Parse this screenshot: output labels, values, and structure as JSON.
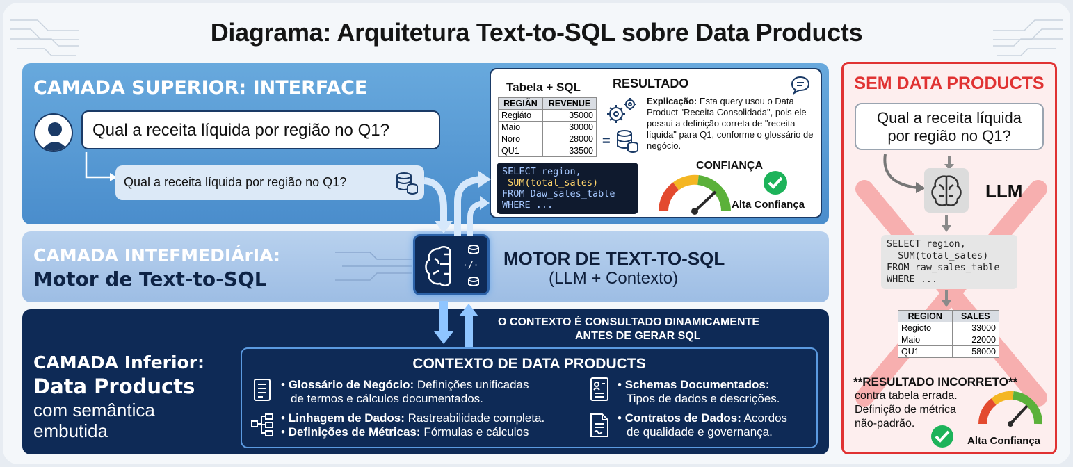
{
  "title": "Diagrama: Arquitetura Text-to-SQL sobre Data Products",
  "top_layer": {
    "title": "CAMADA SUPERIOR: INTERFACE",
    "question": "Qual a receita líquida por região no Q1?",
    "question_small": "Qual a receita líquida por região no Q1?"
  },
  "result_card": {
    "table_title": "Tabela + SQL",
    "result_title": "RESULTADO",
    "table_headers": [
      "REGIÃN",
      "REVENUE"
    ],
    "table_rows": [
      [
        "Regiáto",
        "35000"
      ],
      [
        "Maio",
        "30000"
      ],
      [
        "Noro",
        "28000"
      ],
      [
        "QU1",
        "33500"
      ]
    ],
    "equals": "=",
    "explanation_label": "Explicação:",
    "explanation_text": "Esta query usou o Data Product \"Receita Consolidada\", pois ele possui a definição correta de \"receita líquida\" para Q1, conforme o glossário de negócio.",
    "sql_lines": [
      "SELECT region,",
      " SUM(total_sales)",
      "FROM Daw_sales_table",
      "WHERE ..."
    ],
    "confidence_label": "CONFIANÇA",
    "confidence_value": "Alta Confiança"
  },
  "mid_layer": {
    "title_line1": "CAMADA INTEFMEDIÁrIA:",
    "title_line2": "Motor de Text-to-SQL",
    "engine_title": "MOTOR DE TEXT-TO-SQL",
    "engine_subtitle": "(LLM + Contexto)"
  },
  "bot_layer": {
    "title_line1": "CAMADA Inferior:",
    "title_line2": "Data Products",
    "title_line3": "com semântica",
    "title_line4": "embutida",
    "note_line1": "O CONTEXTO É CONSULTADO DINAMICAMENTE",
    "note_line2": "ANTES DE GERAR SQL",
    "context_title": "CONTEXTO DE DATA PRODUCTS",
    "items": [
      {
        "label": "Glossário de Negócio:",
        "text": "Definições unificadas",
        "text2": "de termos e cálculos documentados.",
        "icon": "document-icon"
      },
      {
        "label": "Linhagem de Dados:",
        "text": "Rastreabilidade completa.",
        "text2": "",
        "icon": "lineage-icon"
      },
      {
        "label": "Definições de Métricas:",
        "text": "Fórmulas e cálculos",
        "text2": "",
        "icon": "lineage-icon"
      },
      {
        "label": "Schemas Documentados:",
        "text": "",
        "text2": "Tipos de dados e descrições.",
        "icon": "schema-icon"
      },
      {
        "label": "Contratos de Dados:",
        "text": "Acordos",
        "text2": "de qualidade e governança.",
        "icon": "contract-icon"
      }
    ]
  },
  "right_panel": {
    "title": "SEM DATA PRODUCTS",
    "question_line1": "Qual a receita líquida",
    "question_line2": "por região no Q1?",
    "llm_label": "LLM",
    "sql_lines": [
      "SELECT region,",
      "  SUM(total_sales)",
      "FROM raw_sales_table",
      "WHERE ..."
    ],
    "table_headers": [
      "REGION",
      "SALES"
    ],
    "table_rows": [
      [
        "Regioto",
        "33000"
      ],
      [
        "Maio",
        "22000"
      ],
      [
        "QU1",
        "58000"
      ]
    ],
    "incorrect_title": "**RESULTADO INCORRETO**",
    "incorrect_line1": "contra tabela errada.",
    "incorrect_line2": "Definição de métrica",
    "incorrect_line3": "não-padrão.",
    "confidence_value": "Alta Confiança"
  },
  "colors": {
    "top": "#4a8dcc",
    "mid": "#a9c6e8",
    "bottom": "#0e2a56",
    "warning": "#e03232",
    "ok": "#1db35a"
  }
}
